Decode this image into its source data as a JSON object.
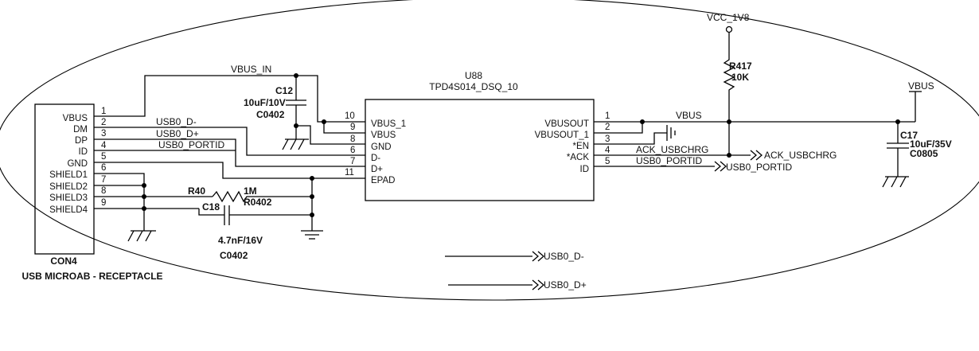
{
  "connector": {
    "ref": "CON4",
    "description": "USB MICROAB - RECEPTACLE",
    "pins": [
      {
        "name": "VBUS",
        "num": "1"
      },
      {
        "name": "DM",
        "num": "2"
      },
      {
        "name": "DP",
        "num": "3"
      },
      {
        "name": "ID",
        "num": "4"
      },
      {
        "name": "GND",
        "num": "5"
      },
      {
        "name": "SHIELD1",
        "num": "6"
      },
      {
        "name": "SHIELD2",
        "num": "7"
      },
      {
        "name": "SHIELD3",
        "num": "8"
      },
      {
        "name": "SHIELD4",
        "num": "9"
      }
    ]
  },
  "ic": {
    "ref": "U88",
    "part": "TPD4S014_DSQ_10",
    "left_pins": [
      {
        "name": "VBUS_1",
        "num": "10"
      },
      {
        "name": "VBUS",
        "num": "9"
      },
      {
        "name": "GND",
        "num": "8"
      },
      {
        "name": "D-",
        "num": "6"
      },
      {
        "name": "D+",
        "num": "7"
      },
      {
        "name": "EPAD",
        "num": "11"
      }
    ],
    "right_pins": [
      {
        "name": "VBUSOUT",
        "num": "1"
      },
      {
        "name": "VBUSOUT_1",
        "num": "2"
      },
      {
        "name": "*EN",
        "num": "3"
      },
      {
        "name": "*ACK",
        "num": "4"
      },
      {
        "name": "ID",
        "num": "5"
      }
    ]
  },
  "nets": {
    "vbus_in": "VBUS_IN",
    "usb_dm": "USB0_D-",
    "usb_dp": "USB0_D+",
    "usb_portid": "USB0_PORTID",
    "vbus": "VBUS",
    "ack": "ACK_USBCHRG",
    "ack_flag": "ACK_USBCHRG",
    "portid_flag": "USB0_PORTID",
    "vcc": "VCC_1V8",
    "vbus_flag": "VBUS",
    "dm_flag": "USB0_D-",
    "dp_flag": "USB0_D+"
  },
  "components": {
    "c12": {
      "ref": "C12",
      "value": "10uF/10V",
      "package": "C0402"
    },
    "r40": {
      "ref": "R40",
      "value": "1M",
      "package": "R0402"
    },
    "c18": {
      "ref": "C18",
      "value": "4.7nF/16V",
      "package": "C0402"
    },
    "r417": {
      "ref": "R417",
      "value": "10K"
    },
    "c17": {
      "ref": "C17",
      "value": "10uF/35V",
      "package": "C0805"
    }
  }
}
